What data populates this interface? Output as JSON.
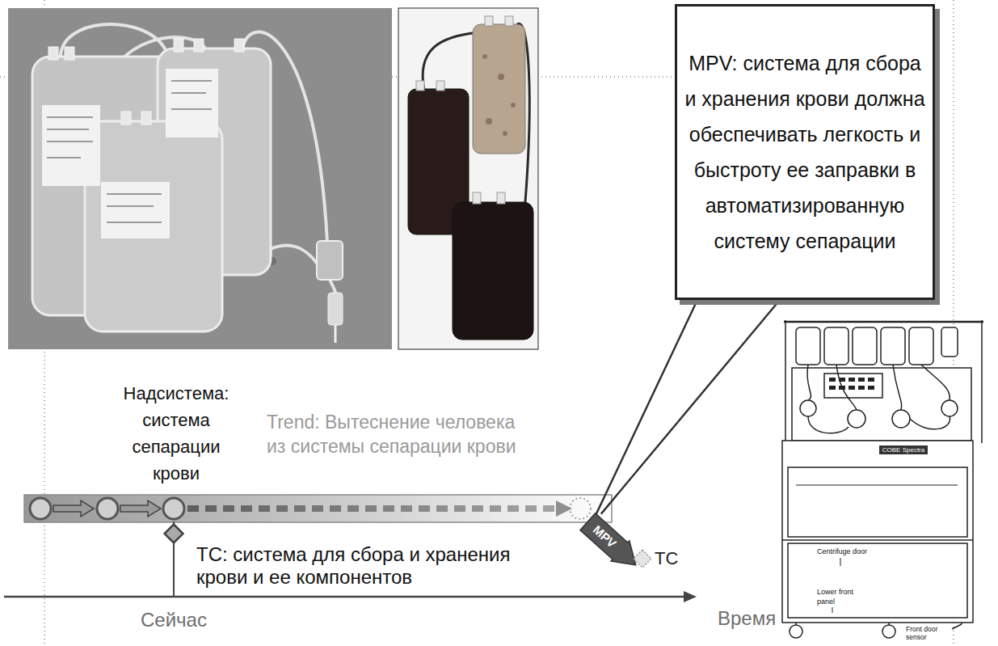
{
  "diagram": {
    "nodes": [
      {
        "text": [
          "MPV: система для сбора и хранения крови должна обеспечивать легкость и быстроту ее заправки в автоматизированную систему сепарации"
        ]
      },
      {
        "text": [
          "ТС: система для сбора и хранения крови и ее компонентов"
        ]
      },
      {
        "text": [
          "MPV"
        ]
      },
      {
        "text": [
          "ТС"
        ]
      }
    ],
    "edges": [
      {
        "from": 0,
        "to": 2,
        "arrow": "none"
      }
    ],
    "labels": [
      "Надсистема: система сепарации крови",
      "Trend: Вытеснение человека из системы сепарации крови",
      "Сейчас",
      "Время",
      "COBE Spectra",
      "Centrifuge door",
      "Lower front panel",
      "Front door sensor"
    ]
  }
}
